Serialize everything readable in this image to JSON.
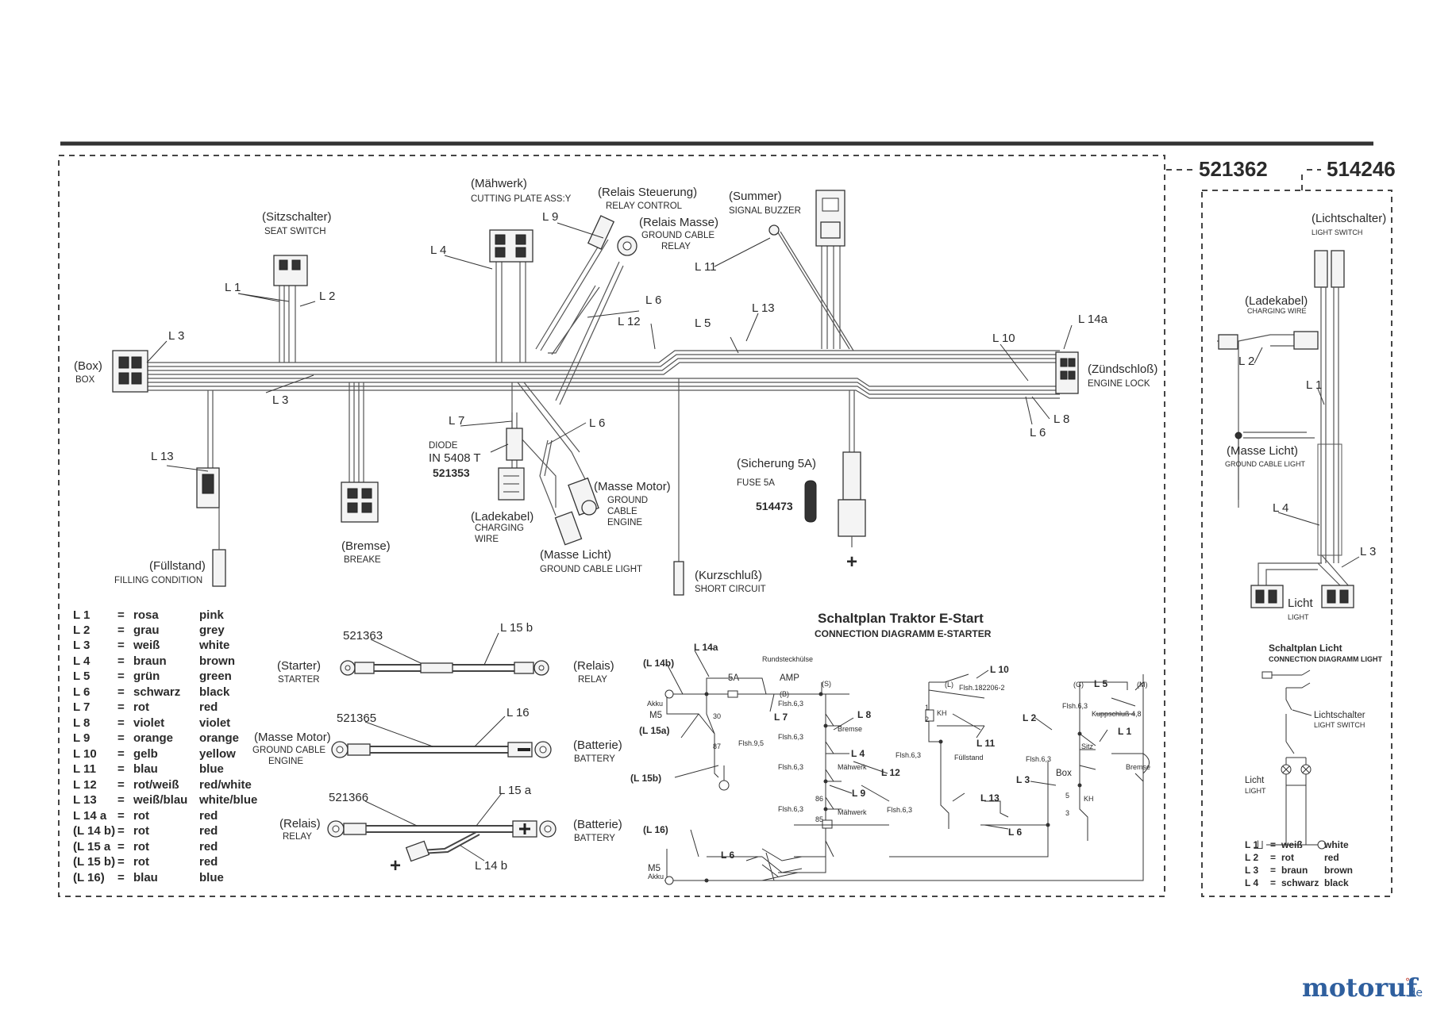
{
  "header": {
    "part_a": "521362",
    "part_b": "514246"
  },
  "main_diagram": {
    "labels": {
      "box": "(Box)",
      "box_en": "BOX",
      "seat_switch": "(Sitzschalter)",
      "seat_switch_en": "SEAT SWITCH",
      "mower": "(Mähwerk)",
      "mower_en": "CUTTING PLATE ASS:Y",
      "relay_control": "(Relais Steuerung)",
      "relay_control_en": "RELAY CONTROL",
      "relay_ground": "(Relais Masse)",
      "relay_ground_en1": "GROUND CABLE",
      "relay_ground_en2": "RELAY",
      "buzzer": "(Summer)",
      "buzzer_en": "SIGNAL BUZZER",
      "ignition": "(Zündschloß)",
      "ignition_en": "ENGINE LOCK",
      "diode": "DIODE",
      "diode_type": "IN 5408 T",
      "diode_part": "521353",
      "fuse": "(Sicherung 5A)",
      "fuse_en": "FUSE 5A",
      "fuse_part": "514473",
      "ground_motor": "(Masse Motor)",
      "ground_motor_en1": "GROUND",
      "ground_motor_en2": "CABLE",
      "ground_motor_en3": "ENGINE",
      "charging": "(Ladekabel)",
      "charging_en1": "CHARGING",
      "charging_en2": "WIRE",
      "ground_light": "(Masse Licht)",
      "ground_light_en": "GROUND CABLE LIGHT",
      "short_circuit": "(Kurzschluß)",
      "short_circuit_en": "SHORT CIRCUIT",
      "brake": "(Bremse)",
      "brake_en": "BREAKE",
      "fill": "(Füllstand)",
      "fill_en": "FILLING CONDITION",
      "plus": "+"
    },
    "wire_tags": {
      "L1": "L 1",
      "L2": "L 2",
      "L3a": "L 3",
      "L3b": "L 3",
      "L4": "L 4",
      "L5": "L 5",
      "L6a": "L 6",
      "L6b": "L 6",
      "L6c": "L 6",
      "L7": "L 7",
      "L8": "L 8",
      "L9": "L 9",
      "L10": "L 10",
      "L11": "L 11",
      "L12": "L 12",
      "L13a": "L 13",
      "L13b": "L 13",
      "L14a": "L 14a"
    }
  },
  "legend": [
    {
      "code": "L 1",
      "eq": "=",
      "de": "rosa",
      "en": "pink"
    },
    {
      "code": "L 2",
      "eq": "=",
      "de": "grau",
      "en": "grey"
    },
    {
      "code": "L 3",
      "eq": "=",
      "de": "weiß",
      "en": "white"
    },
    {
      "code": "L 4",
      "eq": "=",
      "de": "braun",
      "en": "brown"
    },
    {
      "code": "L 5",
      "eq": "=",
      "de": "grün",
      "en": "green"
    },
    {
      "code": "L 6",
      "eq": "=",
      "de": "schwarz",
      "en": "black"
    },
    {
      "code": "L 7",
      "eq": "=",
      "de": "rot",
      "en": "red"
    },
    {
      "code": "L 8",
      "eq": "=",
      "de": "violet",
      "en": "violet"
    },
    {
      "code": "L 9",
      "eq": "=",
      "de": "orange",
      "en": "orange"
    },
    {
      "code": "L 10",
      "eq": "=",
      "de": "gelb",
      "en": "yellow"
    },
    {
      "code": "L 11",
      "eq": "=",
      "de": "blau",
      "en": "blue"
    },
    {
      "code": "L 12",
      "eq": "=",
      "de": "rot/weiß",
      "en": "red/white"
    },
    {
      "code": "L 13",
      "eq": "=",
      "de": "weiß/blau",
      "en": "white/blue"
    },
    {
      "code": "L 14 a",
      "eq": "=",
      "de": "rot",
      "en": "red"
    },
    {
      "code": "(L 14 b)",
      "eq": "=",
      "de": "rot",
      "en": "red"
    },
    {
      "code": "(L 15 a",
      "eq": "=",
      "de": "rot",
      "en": "red"
    },
    {
      "code": "(L 15 b)",
      "eq": "=",
      "de": "rot",
      "en": "red"
    },
    {
      "code": "(L 16)",
      "eq": "=",
      "de": "blau",
      "en": "blue"
    }
  ],
  "cables": {
    "c1_part": "521363",
    "c1_wire": "L 15 b",
    "c1_left": "(Starter)",
    "c1_left_en": "STARTER",
    "c1_right": "(Relais)",
    "c1_right_en": "RELAY",
    "c2_part": "521365",
    "c2_wire": "L 16",
    "c2_left": "(Masse Motor)",
    "c2_left_en1": "GROUND CABLE",
    "c2_left_en2": "ENGINE",
    "c2_right": "(Batterie)",
    "c2_right_en": "BATTERY",
    "c3_part": "521366",
    "c3_wire": "L 15 a",
    "c3_wire2": "L 14 b",
    "c3_left": "(Relais)",
    "c3_left_en": "RELAY",
    "c3_right": "(Batterie)",
    "c3_right_en": "BATTERY"
  },
  "schematic": {
    "title": "Schaltplan Traktor E-Start",
    "subtitle": "CONNECTION DIAGRAMM E-STARTER",
    "tags": {
      "L14a": "L 14a",
      "L14b": "(L 14b)",
      "L15a": "(L 15a)",
      "L15b": "(L 15b)",
      "L16": "(L 16)",
      "L7": "L 7",
      "L8": "L 8",
      "L4": "L 4",
      "L9": "L 9",
      "L10": "L 10",
      "L11": "L 11",
      "L12": "L 12",
      "L13": "L 13",
      "L6a": "L 6",
      "L6b": "L 6",
      "L5": "L 5",
      "L2": "L 2",
      "L1": "L 1",
      "L3": "L 3"
    },
    "small": {
      "akku": "Akku",
      "m5": "M5",
      "m5b": "M5",
      "akku2": "Akku",
      "fuse5a": "5A",
      "amp": "AMP",
      "b": "(B)",
      "rund": "Rundsteckhülse",
      "s": "(S)",
      "l": "(L)",
      "g": "(G)",
      "m": "(M)",
      "n30": "30",
      "n87": "87",
      "n86": "86",
      "n85": "85",
      "n1": "1",
      "n2": "2",
      "n5": "5",
      "n3": "3",
      "kh": "KH",
      "kh2": "KH",
      "flsh95": "Flsh.9,5",
      "flsh63a": "Flsh.6,3",
      "flsh63b": "Flsh.6,3",
      "flsh63c": "Flsh.6,3",
      "flsh63d": "Flsh.6,3",
      "flsh63e": "Flsh.6,3",
      "flsh63f": "Flsh.6,3",
      "flsh63g": "Flsh.6,3",
      "flsh63h": "Flsh.6,3",
      "flsh182": "Flsh.182206-2",
      "kupp": "Kuppschluß 4,8",
      "bremse": "Bremse",
      "bremse2": "Bremse",
      "maehwerk": "Mähwerk",
      "maehwerk2": "Mähwerk",
      "fuellstand": "Füllstand",
      "box": "Box",
      "sitz": "Sitz"
    }
  },
  "light_panel": {
    "switch": "(Lichtschalter)",
    "switch_en": "LIGHT SWITCH",
    "charging": "(Ladekabel)",
    "charging_en": "CHARGING WIRE",
    "ground": "(Masse Licht)",
    "ground_en": "GROUND CABLE LIGHT",
    "light": "Licht",
    "light_en": "LIGHT",
    "tag_L1": "L 1",
    "tag_L2": "L 2",
    "tag_L3": "L 3",
    "tag_L4": "L 4",
    "schem_title": "Schaltplan Licht",
    "schem_sub": "CONNECTION DIAGRAMM LIGHT",
    "schem_switch": "Lichtschalter",
    "schem_switch_en": "LIGHT SWITCH",
    "schem_light": "Licht",
    "schem_light_en": "LIGHT",
    "legend": [
      {
        "code": "L 1",
        "eq": "=",
        "de": "weiß",
        "en": "white"
      },
      {
        "code": "L 2",
        "eq": "=",
        "de": "rot",
        "en": "red"
      },
      {
        "code": "L 3",
        "eq": "=",
        "de": "braun",
        "en": "brown"
      },
      {
        "code": "L 4",
        "eq": "=",
        "de": "schwarz",
        "en": "black"
      }
    ]
  },
  "brand": {
    "name": "motoruf",
    "dot": "°",
    "tld": ".de",
    "color1": "#2f5f9e",
    "color2": "#c0392b"
  }
}
